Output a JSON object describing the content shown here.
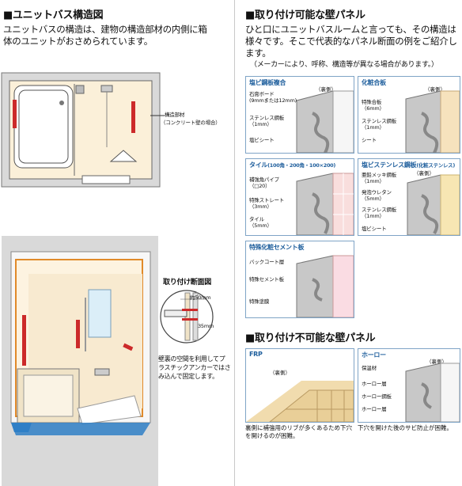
{
  "left": {
    "section1": {
      "heading": "■ユニットバス構造図",
      "body": "ユニットバスの構造は、建物の構造部材の内側に箱体のユニットがおさめられています。",
      "callout": [
        "構造部材",
        "（コンクリート壁の場合）"
      ]
    },
    "section2": {
      "detail_title": "取り付け断面図",
      "dims": [
        "約50mm",
        "35mm"
      ],
      "caption": "壁裏の空間を利用してプラスチックアンカーではさみ込んで固定します。"
    }
  },
  "right": {
    "section1": {
      "heading": "■取り付け可能な壁パネル",
      "body": "ひと口にユニットバスルームと言っても、その構造は様々です。そこで代表的なパネル断面の例をご紹介します。",
      "note": "（メーカーにより、呼称、構造等が異なる場合があります。）"
    },
    "panels": [
      {
        "title": "塩ビ鋼板複合",
        "side": "（裏側）",
        "labels": [
          "石膏ボード",
          "(9mmまたは12mm)",
          "ステンレス鋼板",
          "（1mm）",
          "塩ビシート"
        ]
      },
      {
        "title": "化粧合板",
        "side": "（裏側）",
        "labels": [
          "特殊合板",
          "（6mm）",
          "ステンレス鋼板",
          "（1mm）",
          "シート"
        ]
      },
      {
        "title": "タイル",
        "title_sub": "(100角・200角・100×200)",
        "side": "",
        "labels": [
          "補強角パイプ",
          "（□20）",
          "特殊ストレート",
          "（3mm）",
          "タイル",
          "（5mm）"
        ]
      },
      {
        "title": "塩ビステンレス鋼板",
        "title_sub": "(化粧ステンレス)",
        "side": "（裏側）",
        "labels": [
          "亜鉛メッキ鋼板",
          "（1mm）",
          "発泡ウレタン",
          "（5mm）",
          "ステンレス鋼板",
          "（1mm）",
          "塩ビシート"
        ]
      },
      {
        "title": "特殊化粧セメント板",
        "side": "",
        "labels": [
          "バックコート層",
          "特殊セメント板",
          "特殊塗膜"
        ]
      }
    ],
    "section2": {
      "heading": "■取り付け不可能な壁パネル",
      "frp": {
        "title": "FRP",
        "side": "（裏側）",
        "caption": "裏側に補強用のリブが多くあるため下穴を開けるのが困難。"
      },
      "enamel": {
        "title": "ホーロー",
        "side": "（裏側）",
        "labels": [
          "保温材",
          "ホーロー層",
          "ホーロー鋼板",
          "ホーロー層"
        ],
        "caption": "下穴を開けた後のサビ防止が困難。"
      }
    }
  },
  "colors": {
    "panel_title": "#1f5f9d",
    "panel_border": "#7fa4c6",
    "wall": "#f5e4c6",
    "red_bar": "#cc2a2a",
    "blue_base": "#2f7fc6"
  }
}
